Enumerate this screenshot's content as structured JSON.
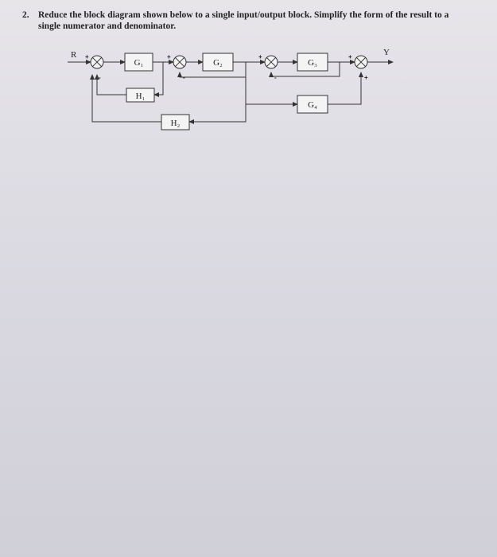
{
  "question": {
    "number": "2.",
    "text": "Reduce the block diagram shown below to a single input/output block. Simplify the form of the result to a single numerator and denominator."
  },
  "diagram": {
    "input_label": "R",
    "output_label": "Y",
    "blocks": {
      "g1": "G₁",
      "g2": "G₂",
      "g3": "G₃",
      "g4": "G₄",
      "h1": "H₁",
      "h2": "H₂"
    },
    "signs": {
      "s1_in": "+",
      "s1_fb": "-",
      "s2_in": "+",
      "s2_fb": "-",
      "s3_in": "+",
      "s3_fb": "-",
      "s4_in": "+",
      "s4_g4": "+"
    }
  }
}
